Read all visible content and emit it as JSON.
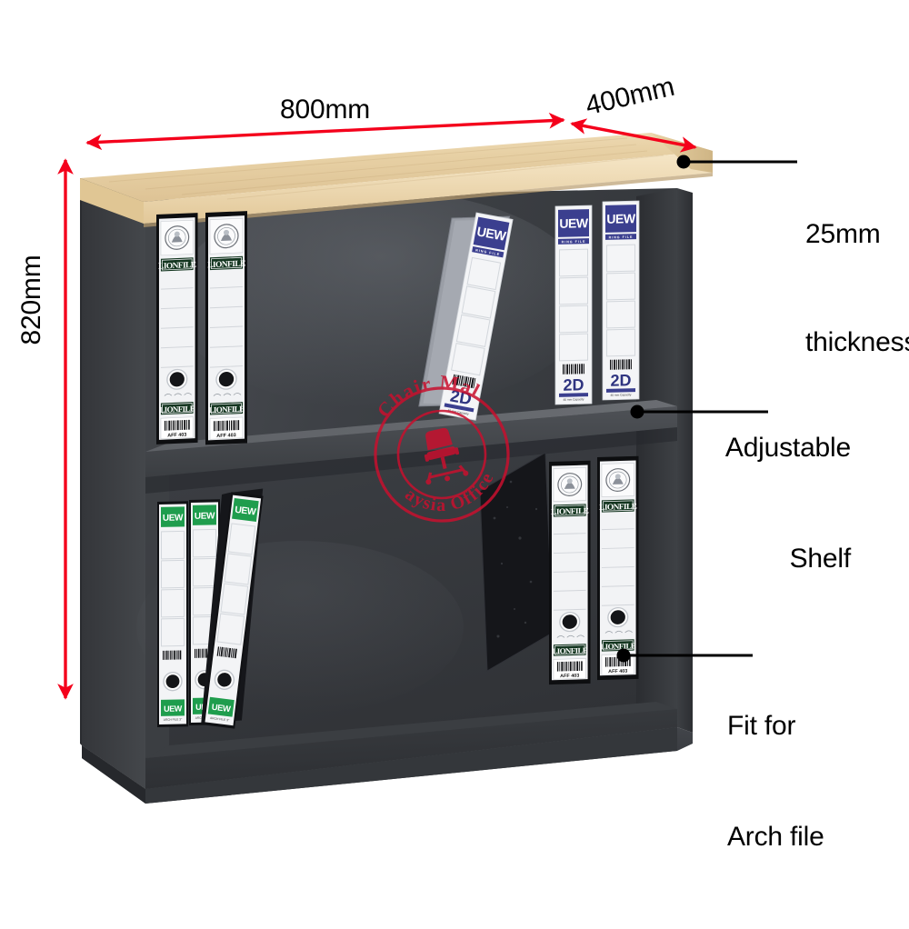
{
  "page": {
    "subject": "2-tier open bookcase / filing cabinet product dimension diagram",
    "background_color": "#ffffff"
  },
  "colors": {
    "dimension_arrow": "#f4001b",
    "callout_line": "#000000",
    "top_panel_face": "#e8d2a8",
    "top_panel_edge": "#f0dcba",
    "cabinet_body": "#3a3c40",
    "cabinet_side_dark": "#2e3034",
    "shelf_plank": "#5a5d62",
    "interior_back": "#43464a",
    "watermark": "#c8102e",
    "binder_blue": "#3b3f8f",
    "binder_green": "#1f9d4d"
  },
  "dimensions": {
    "width": {
      "label": "800mm",
      "name": "width"
    },
    "depth": {
      "label": "400mm",
      "name": "depth"
    },
    "height": {
      "label": "820mm",
      "name": "height"
    }
  },
  "callouts": [
    {
      "id": "thickness",
      "line1": "25mm",
      "line2": "thickness"
    },
    {
      "id": "adjustable-shelf",
      "line1": "Adjustable",
      "line2": "Shelf"
    },
    {
      "id": "arch-file",
      "line1": "Fit for",
      "line2": "Arch file"
    }
  ],
  "watermark": {
    "top_text": "Chair Mal",
    "bottom_text": "Office",
    "mid_text": "aysia",
    "full_text": "Office Chair Malaysia",
    "icon": "office-chair-icon"
  },
  "binders": {
    "lionfile": {
      "brand": "LIONFILE",
      "code": "AFF 403",
      "barcode": "barcode",
      "logo": "lion-crest-logo"
    },
    "uew_blue": {
      "brand": "UEW",
      "sub": "RING FILE",
      "size": "2D",
      "caption": "40 mm Capacity for A4 paper"
    },
    "uew_green": {
      "brand": "UEW",
      "sub": "ARCH FILE 3\"",
      "caption": "SIZE A4"
    }
  },
  "shelves": {
    "top_left_group": {
      "count": 2,
      "type": "lionfile"
    },
    "top_right_group": {
      "count": 3,
      "type": "uew_blue"
    },
    "bottom_left_group": {
      "count": 3,
      "type": "uew_green"
    },
    "bottom_right_group": {
      "count": 2,
      "type": "lionfile"
    }
  }
}
